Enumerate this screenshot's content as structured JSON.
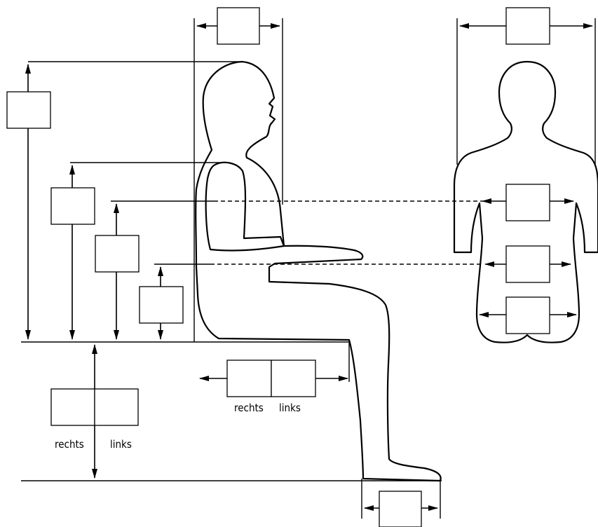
{
  "labels": {
    "seat_height_right": "rechts",
    "seat_height_left": "links",
    "seat_depth_right": "rechts",
    "seat_depth_left": "links"
  },
  "colors": {
    "stroke": "#000000",
    "background": "#ffffff"
  }
}
